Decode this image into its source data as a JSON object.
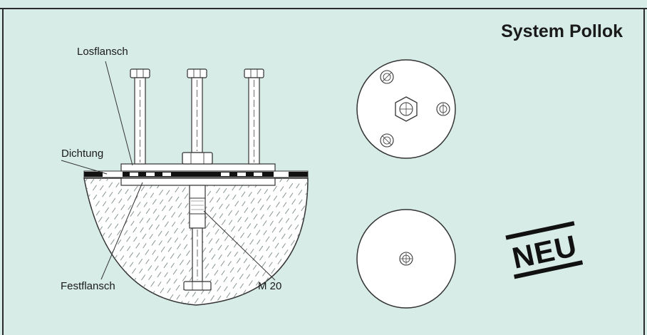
{
  "title": "System Pollok",
  "labels": {
    "losflansch": "Losflansch",
    "dichtung": "Dichtung",
    "festflansch": "Festflansch",
    "m20": "M 20"
  },
  "badge": "NEU",
  "colors": {
    "background": "#d7ece6",
    "border": "#2b2b2b",
    "line": "#333333",
    "black": "#111111",
    "fill": "#ffffff"
  }
}
